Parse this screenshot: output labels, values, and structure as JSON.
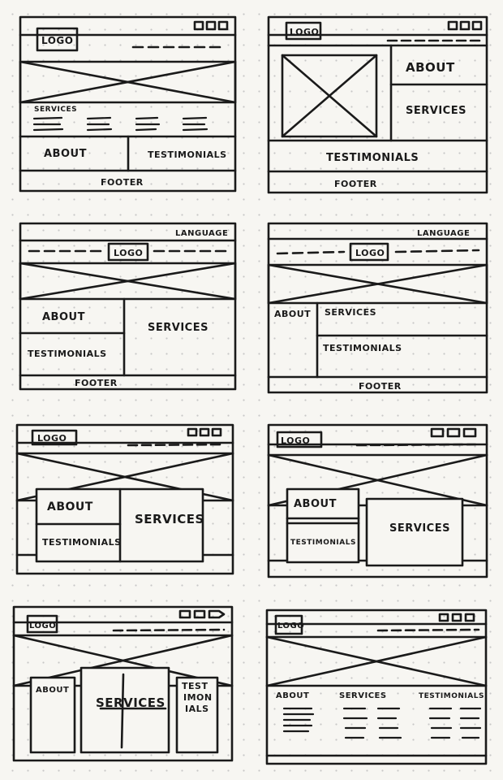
{
  "sketches": [
    {
      "logo": "LOGO",
      "services": "SERVICES",
      "about": "ABOUT",
      "testimonials": "TESTIMONIALS",
      "footer": "FOOTER"
    },
    {
      "logo": "LOGO",
      "about": "ABOUT",
      "services": "SERVICES",
      "testimonials": "TESTIMONIALS",
      "footer": "FOOTER"
    },
    {
      "language": "LANGUAGE",
      "logo": "LOGO",
      "about": "ABOUT",
      "services": "SERVICES",
      "testimonials": "TESTIMONIALS",
      "footer": "FOOTER"
    },
    {
      "language": "LANGUAGE",
      "logo": "LOGO",
      "about": "ABOUT",
      "services": "SERVICES",
      "testimonials": "TESTIMONIALS",
      "footer": "FOOTER"
    },
    {
      "logo": "LOGO",
      "about": "ABOUT",
      "services": "SERVICES",
      "testimonials": "TESTIMONIALS"
    },
    {
      "logo": "LOGO",
      "about": "ABOUT",
      "services": "SERVICES",
      "testimonials": "TESTIMONIALS"
    },
    {
      "logo": "LOGO",
      "about": "ABOUT",
      "services": "SERVICES",
      "testimonials_l1": "TEST",
      "testimonials_l2": "IMON",
      "testimonials_l3": "IALS"
    },
    {
      "logo": "LOGO",
      "about": "ABOUT",
      "services": "SERVICES",
      "testimonials": "TESTIMONIALS"
    }
  ],
  "ink_color": "#1a1a1a",
  "paper_color": "#f7f6f2"
}
